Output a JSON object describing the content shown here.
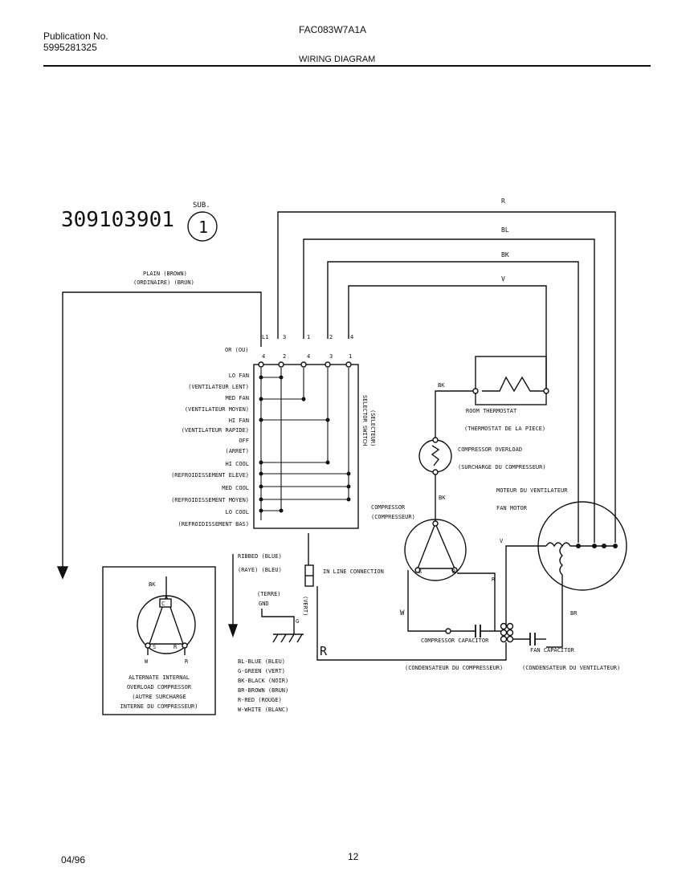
{
  "header": {
    "publication_label": "Publication No.",
    "publication_number": "5995281325",
    "model": "FAC083W7A1A",
    "section_title": "WIRING DIAGRAM"
  },
  "diagram": {
    "part_number": "309103901",
    "sub_label": "SUB.",
    "sub_number": "1",
    "plain_brown": "PLAIN  (BROWN)",
    "plain_brown_fr": "(ORDINAIRE)  (BRUN)",
    "wires": {
      "r": "R",
      "bl": "BL",
      "bk": "BK",
      "v": "V"
    },
    "switch_top_terminals": [
      "L1",
      "3",
      "1",
      "2",
      "4"
    ],
    "switch_bottom_terminals": [
      "4",
      "2",
      "4",
      "3",
      "1"
    ],
    "or_label": "OR (OU)",
    "selector_switch": "SELECTOR SWITCH",
    "selector_switch_fr": "(SELECTEUR)",
    "positions": [
      {
        "en": "LO FAN",
        "fr": "(VENTILATEUR LENT)"
      },
      {
        "en": "MED FAN",
        "fr": "(VENTILATEUR MOYEN)"
      },
      {
        "en": "HI FAN",
        "fr": "(VENTILATEUR RAPIDE)"
      },
      {
        "en": "OFF",
        "fr": "(ARRET)"
      },
      {
        "en": "HI COOL",
        "fr": "(REFROIDISSEMENT ELEVE)"
      },
      {
        "en": "MED COOL",
        "fr": "(REFROIDISSEMENT MOYEN)"
      },
      {
        "en": "LO COOL",
        "fr": "(REFROIDISSEMENT BAS)"
      }
    ],
    "thermostat_bk": "BK",
    "thermostat": "ROOM THERMOSTAT",
    "thermostat_fr": "(THERMOSTAT DE LA PIECE)",
    "overload": "COMPRESSOR OVERLOAD",
    "overload_fr": "(SURCHARGE DU COMPRESSEUR)",
    "overload_bk": "BK",
    "compressor": "COMPRESSOR",
    "compressor_fr": "(COMPRESSEUR)",
    "comp_s": "S",
    "comp_r": "R",
    "comp_r_wire": "R",
    "comp_w_wire": "W",
    "fan_motor": "MOTEUR DU VENTILATEUR",
    "fan_motor_fr": "FAN MOTOR",
    "fan_v": "V",
    "fan_br": "BR",
    "fan_capacitor": "FAN CAPACITOR",
    "fan_capacitor_fr": "(CONDENSATEUR DU VENTILATEUR)",
    "comp_capacitor": "COMPRESSOR CAPACITOR",
    "comp_capacitor_fr": "(CONDENSATEUR DU COMPRESSEUR)",
    "ribbed": "RIBBED  (BLUE)",
    "ribbed_fr": "(RAYE)  (BLEU)",
    "inline": "IN LINE CONNECTION",
    "terre": "(TERRE)",
    "gnd": "GND",
    "g": "G",
    "vert": "(VERT)",
    "bottom_r": "R",
    "legend": [
      "BL-BLUE (BLEU)",
      "G-GREEN (VERT)",
      "BK-BLACK (NOIR)",
      "BR-BROWN (BRUN)",
      "R-RED (ROUGE)",
      "W-WHITE (BLANC)"
    ],
    "alt_bk": "BK",
    "alt_s": "S",
    "alt_r": "R",
    "alt_w": "W",
    "alt_r2": "R",
    "alt_c": "C",
    "alternate": [
      "ALTERNATE INTERNAL",
      "OVERLOAD COMPRESSOR",
      "(AUTRE SURCHARGE",
      "INTERNE DU COMPRESSEUR)"
    ]
  },
  "footer": {
    "date": "04/96",
    "page": "12"
  }
}
